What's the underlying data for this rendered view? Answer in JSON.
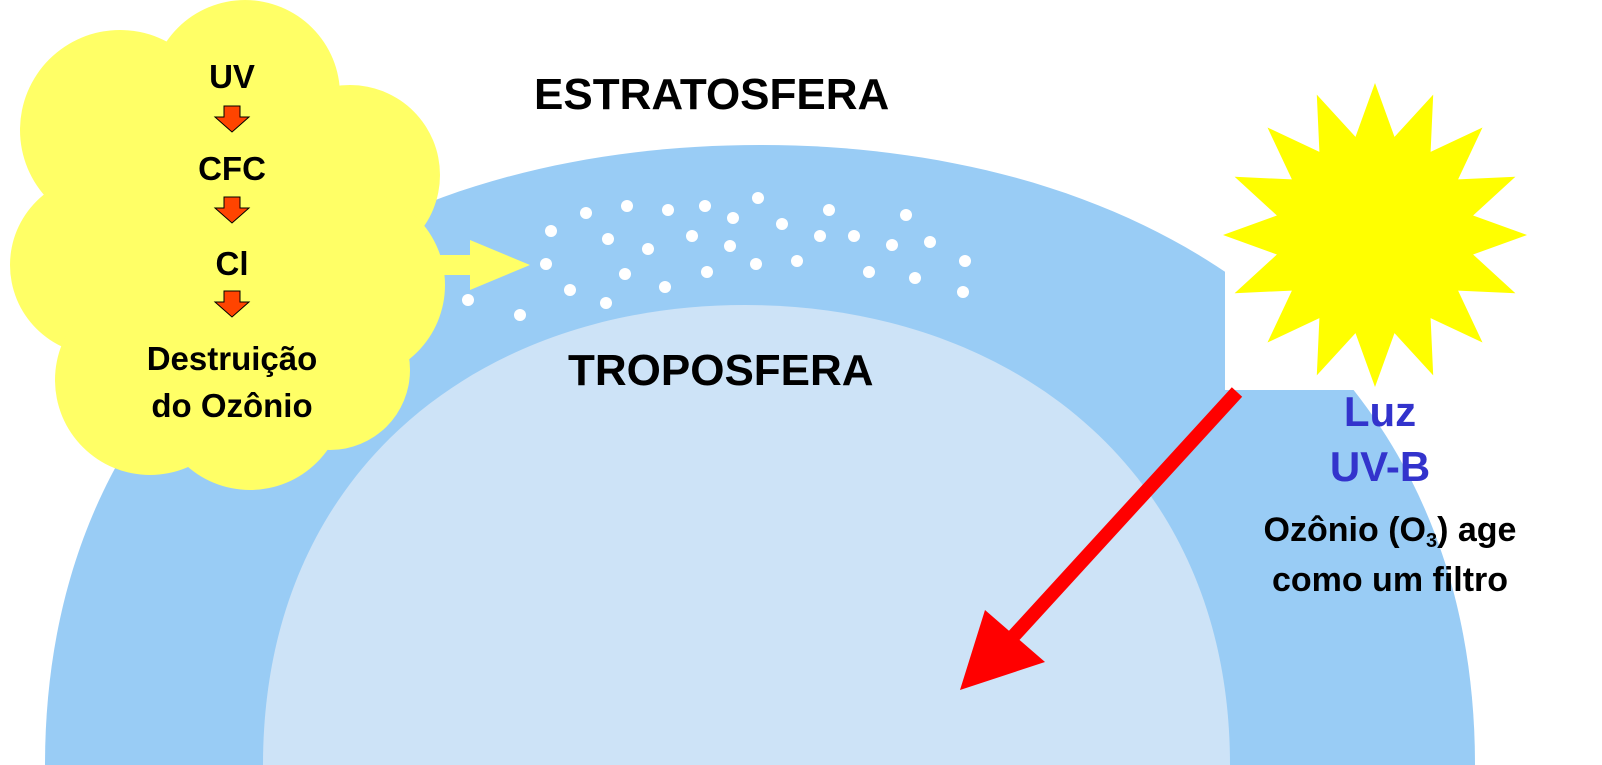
{
  "colors": {
    "stratosphere": "#99ccf5",
    "troposphere": "#cde3f7",
    "cloud": "#ffff66",
    "sun": "#ffff00",
    "arrow_red": "#ff0000",
    "arrow_small": "#ff4400",
    "arrow_yellow": "#ffff66",
    "uvb_text": "#3333cc",
    "ozone_dots": "#ffffff"
  },
  "labels": {
    "stratosphere": "ESTRATOSFERA",
    "troposphere": "TROPOSFERA"
  },
  "cloud": {
    "steps": [
      "UV",
      "CFC",
      "Cl"
    ],
    "result_line1": "Destruição",
    "result_line2": "do Ozônio"
  },
  "sun_box": {
    "light_line1": "Luz",
    "light_line2": "UV-B",
    "filter_prefix": "Ozônio (O",
    "filter_sub": "3",
    "filter_suffix": ") age",
    "filter_line2": "como um filtro"
  },
  "icons": {
    "sun": "sun-icon",
    "cloud": "cloud-shape",
    "down_arrow": "down-arrow-icon",
    "pointer_arrow": "yellow-arrow-icon",
    "uv_ray": "uv-ray-arrow"
  }
}
